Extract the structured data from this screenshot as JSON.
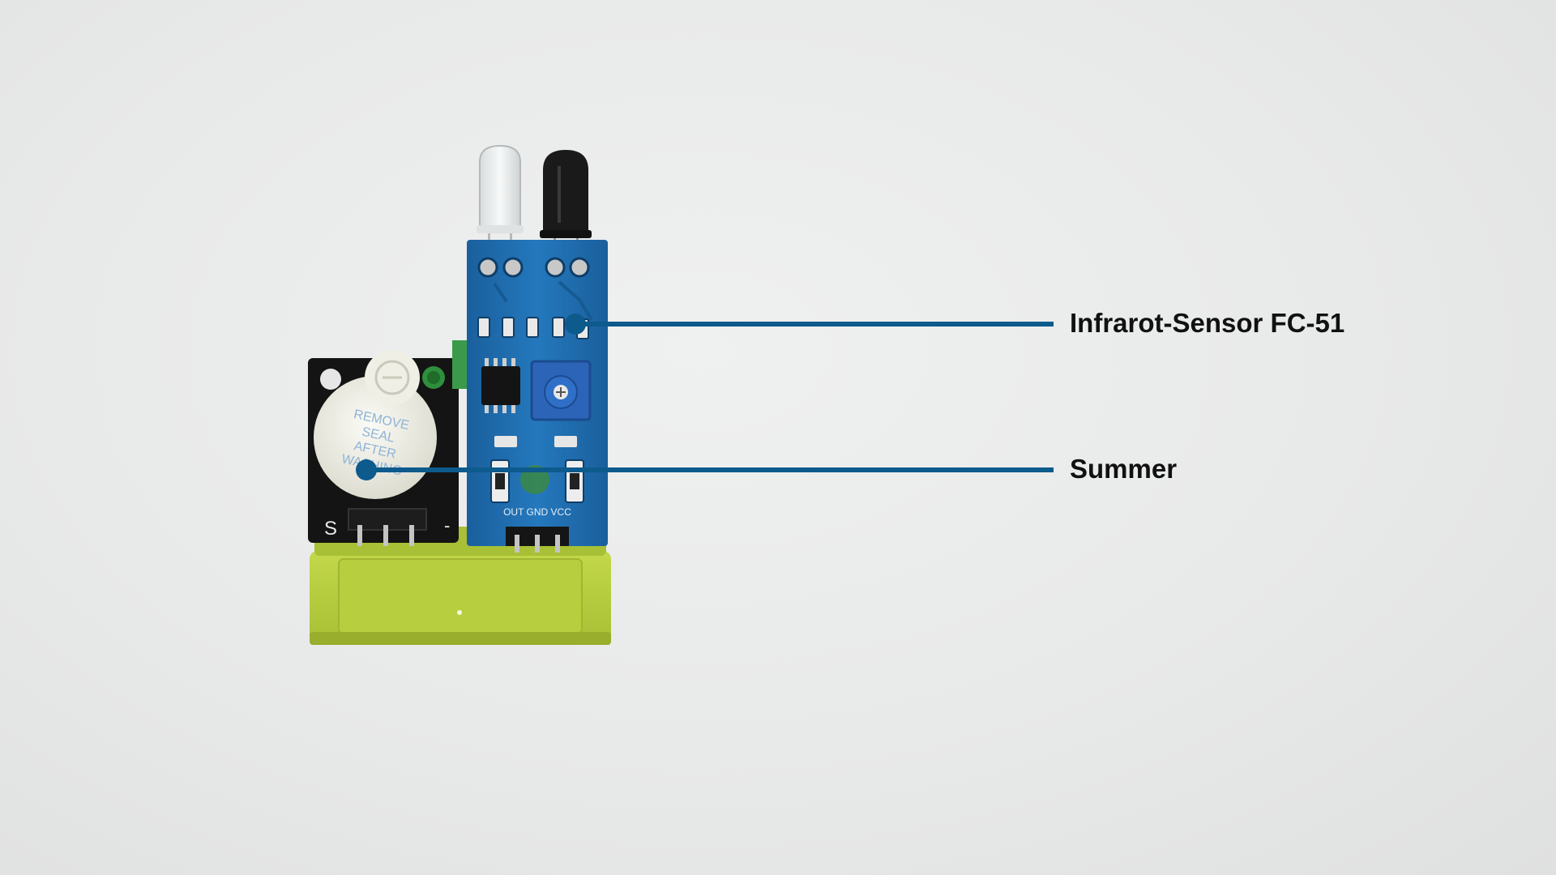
{
  "annotations": [
    {
      "label": "Infrarot-Sensor FC-51"
    },
    {
      "label": "Summer"
    }
  ],
  "photo": {
    "buzzer_sticker": [
      "REMOVE",
      "SEAL",
      "AFTER",
      "WASHING"
    ],
    "buzzer_pin_left": "S",
    "buzzer_pin_right": "-",
    "sensor_pins": "OUT GND VCC"
  },
  "colors": {
    "callout": "#0d5a8c",
    "pcb_blue": "#1f6fb0",
    "buzzer_board": "#141414",
    "base_green": "#b5cd3c"
  }
}
